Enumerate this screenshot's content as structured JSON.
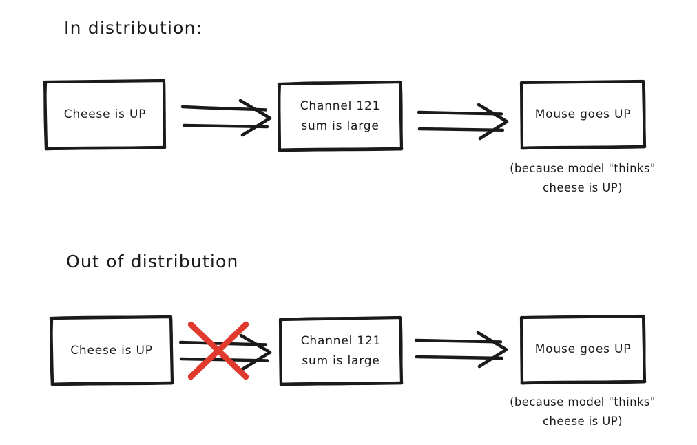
{
  "page": {
    "background_color": "#ffffff",
    "ink_color": "#1a1a1a",
    "accent_color": "#e03a2f",
    "style": "hand-drawn-whiteboard-diagram"
  },
  "sections": [
    {
      "id": "in-distribution",
      "heading": "In distribution:",
      "nodes": [
        {
          "id": "cheese-up-top",
          "label": "Cheese is UP"
        },
        {
          "id": "channel-121-top",
          "line1": "Channel 121",
          "line2": "sum is large"
        },
        {
          "id": "mouse-up-top",
          "label": "Mouse goes UP"
        }
      ],
      "caption": {
        "line1": "(because model \"thinks\"",
        "line2": "cheese is UP)"
      },
      "edges": [
        {
          "id": "edge-cheese-to-channel-top",
          "style": "double-line-arrow",
          "crossed_out": false
        },
        {
          "id": "edge-channel-to-mouse-top",
          "style": "double-line-arrow",
          "crossed_out": false
        }
      ]
    },
    {
      "id": "out-of-distribution",
      "heading": "Out of distribution",
      "nodes": [
        {
          "id": "cheese-up-bottom",
          "label": "Cheese is UP"
        },
        {
          "id": "channel-121-bottom",
          "line1": "Channel 121",
          "line2": "sum is large"
        },
        {
          "id": "mouse-up-bottom",
          "label": "Mouse goes UP"
        }
      ],
      "caption": {
        "line1": "(because model \"thinks\"",
        "line2": "cheese is UP)"
      },
      "edges": [
        {
          "id": "edge-cheese-to-channel-bottom",
          "style": "double-line-arrow",
          "crossed_out": true,
          "cross_mark": "red-x"
        },
        {
          "id": "edge-channel-to-mouse-bottom",
          "style": "double-line-arrow",
          "crossed_out": false
        }
      ]
    }
  ]
}
